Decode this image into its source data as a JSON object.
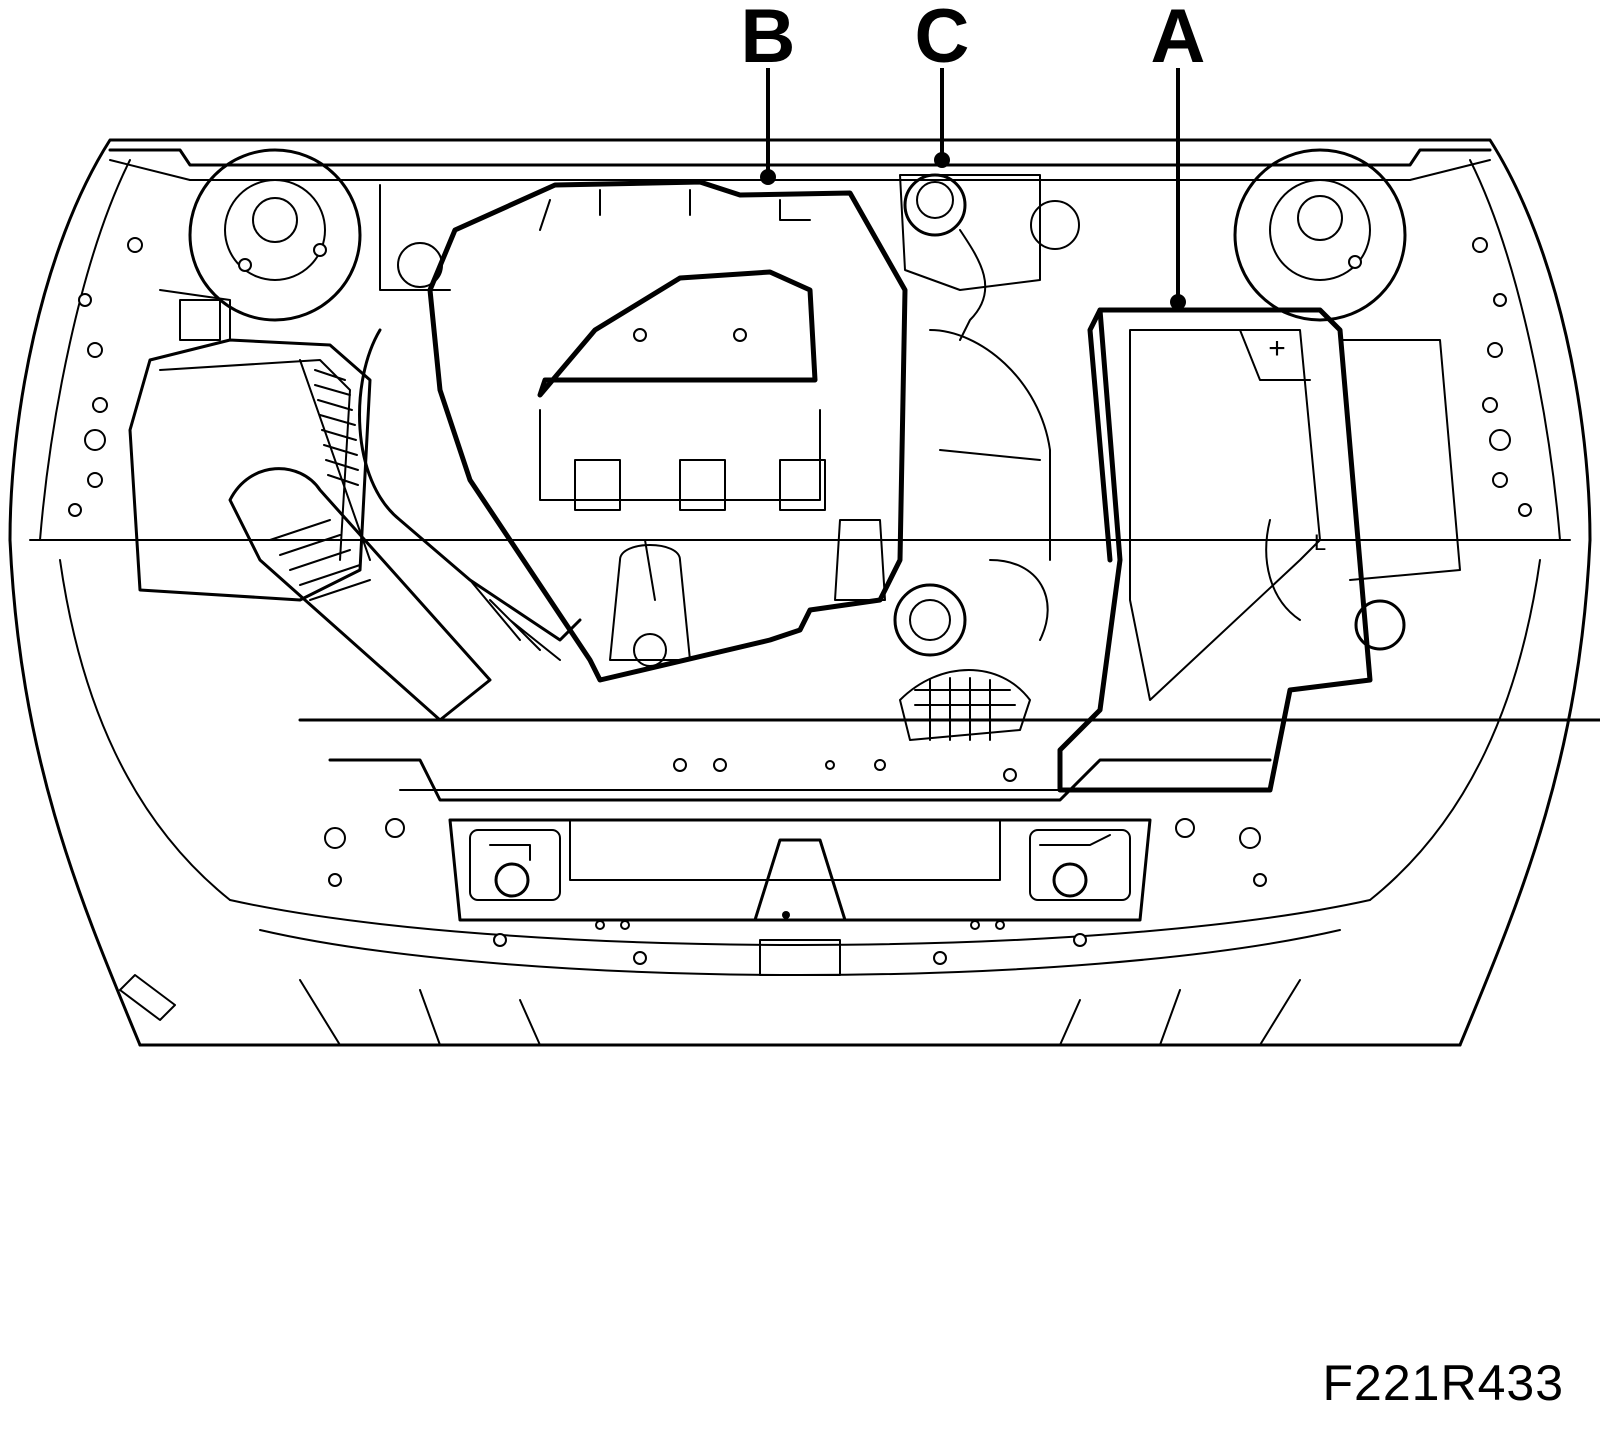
{
  "callouts": {
    "a": {
      "letter": "A"
    },
    "b": {
      "letter": "B"
    },
    "c": {
      "letter": "C"
    }
  },
  "figure_code": "F221R433",
  "battery_mark": "+",
  "fuse_box_mark": "L"
}
